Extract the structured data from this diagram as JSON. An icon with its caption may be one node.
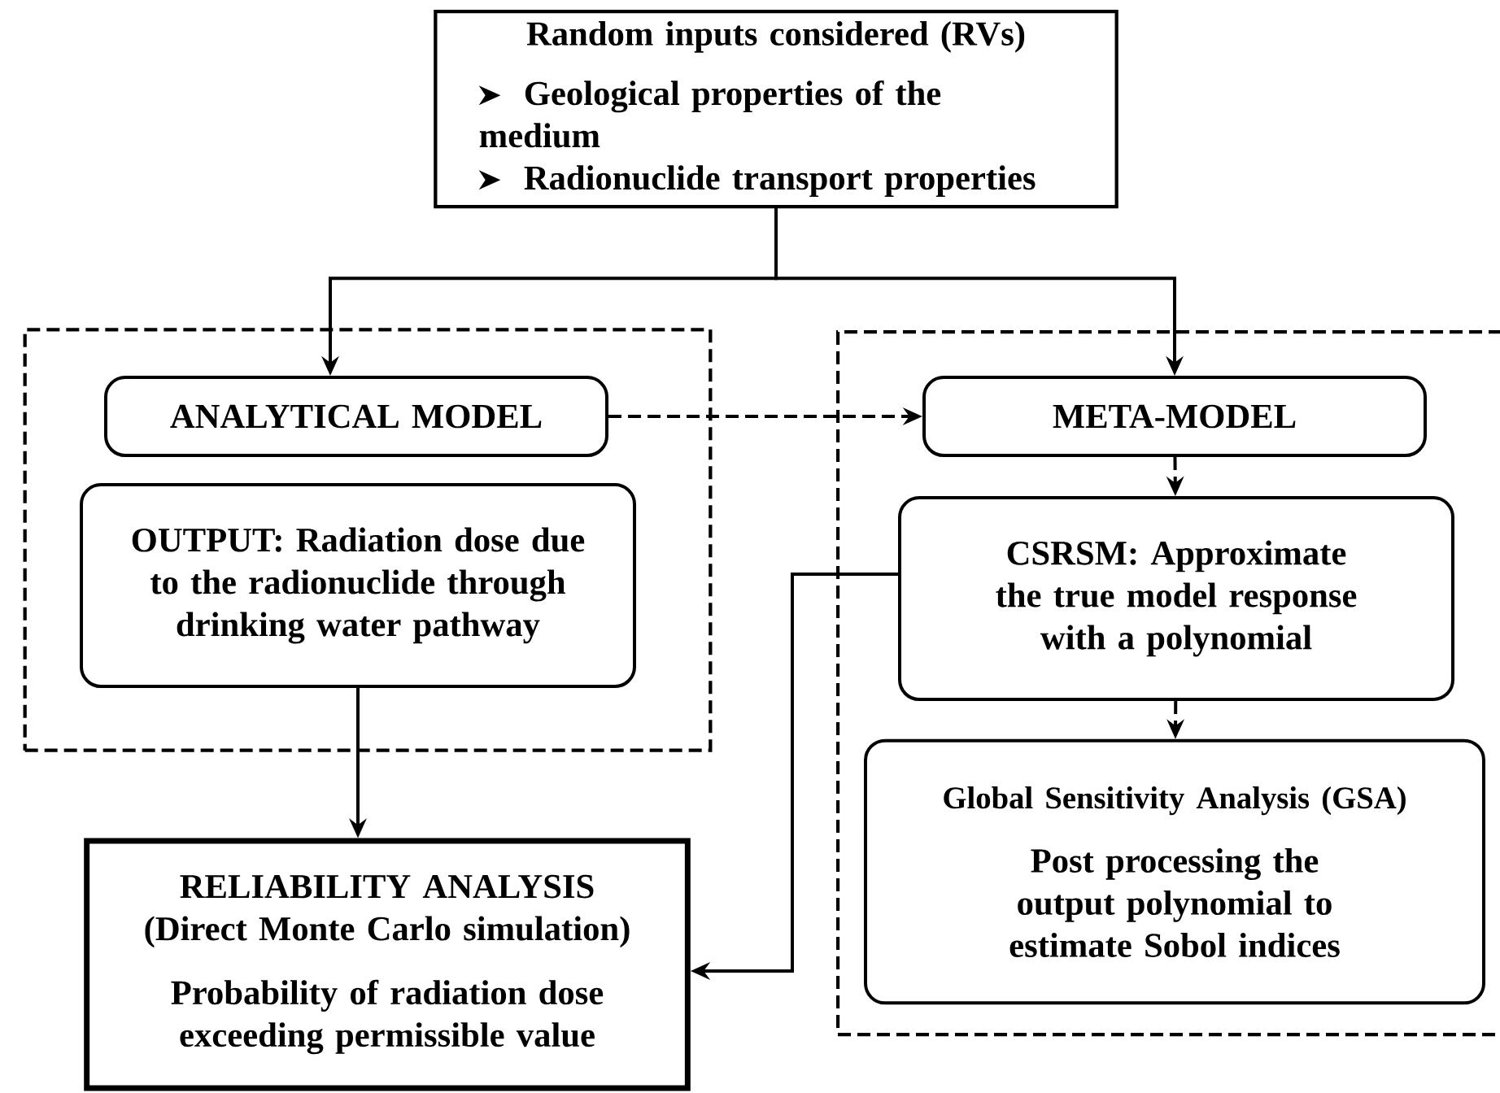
{
  "diagram": {
    "nodes": [
      {
        "text": [
          "Random inputs considered (RVs)",
          "Geological properties of the medium",
          "Radionuclide transport properties"
        ]
      },
      {
        "text": [],
        "shape": "box"
      },
      {
        "text": [
          "ANALYTICAL MODEL"
        ],
        "in": 1
      },
      {
        "text": [
          "OUTPUT: Radiation dose due to the radionuclide through drinking water pathway"
        ],
        "in": 1
      },
      {
        "text": [],
        "shape": "box"
      },
      {
        "text": [
          "META-MODEL"
        ],
        "in": 4
      },
      {
        "text": [
          "CSRSM: Approximate the true model response with a polynomial"
        ],
        "in": 4
      },
      {
        "text": [
          "Global Sensitivity Analysis (GSA)",
          "Post processing the output polynomial to estimate Sobol indices"
        ],
        "in": 4
      },
      {
        "text": [
          "RELIABILITY ANALYSIS (Direct Monte Carlo simulation)",
          "Probability of radiation dose exceeding permissible value"
        ]
      }
    ],
    "edges": [
      {
        "from": 0,
        "to": 2,
        "arrow": "to"
      },
      {
        "from": 0,
        "to": 5,
        "arrow": "to"
      },
      {
        "from": 2,
        "to": 5,
        "arrow": "to",
        "style": "dashed"
      },
      {
        "from": 5,
        "to": 6,
        "arrow": "to",
        "style": "dashed"
      },
      {
        "from": 6,
        "to": 7,
        "arrow": "to",
        "style": "dashed"
      },
      {
        "from": 3,
        "to": 8,
        "arrow": "to"
      },
      {
        "from": 6,
        "to": 8,
        "arrow": "to"
      }
    ]
  }
}
